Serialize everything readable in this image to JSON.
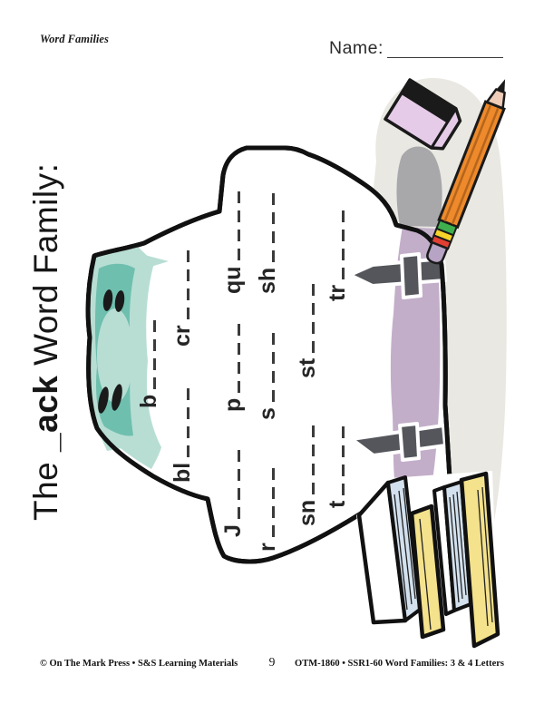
{
  "header": {
    "category": "Word Families",
    "name_label": "Name:"
  },
  "title": {
    "pre": "The ",
    "family": "_ack",
    "post": " Word Family:"
  },
  "blanks": {
    "items": [
      {
        "label": "b"
      },
      {
        "label": "bl"
      },
      {
        "label": "cr"
      },
      {
        "label": "J"
      },
      {
        "label": "p"
      },
      {
        "label": "qu"
      },
      {
        "label": "r"
      },
      {
        "label": "s"
      },
      {
        "label": "sh"
      },
      {
        "label": "sn"
      },
      {
        "label": "st"
      },
      {
        "label": "t"
      },
      {
        "label": "tr"
      }
    ]
  },
  "footer": {
    "left": "© On The Mark Press • S&S Learning Materials",
    "page_number": "9",
    "right": "OTM-1860 • SSR1-60 Word Families:  3 & 4 Letters"
  },
  "colors": {
    "teal_light": "#b8ded4",
    "teal_dark": "#6fbfae",
    "purple_panel": "#c3aec9",
    "strap_gray": "#54565b",
    "blob_gray": "#e9e8e2",
    "shadow_gray": "#a8a8ab",
    "pencil_orange": "#ee8a2b",
    "eraser_lavender": "#e6cbe9",
    "book_yellow": "#f4e28c",
    "book_blue": "#d3e1ee"
  }
}
